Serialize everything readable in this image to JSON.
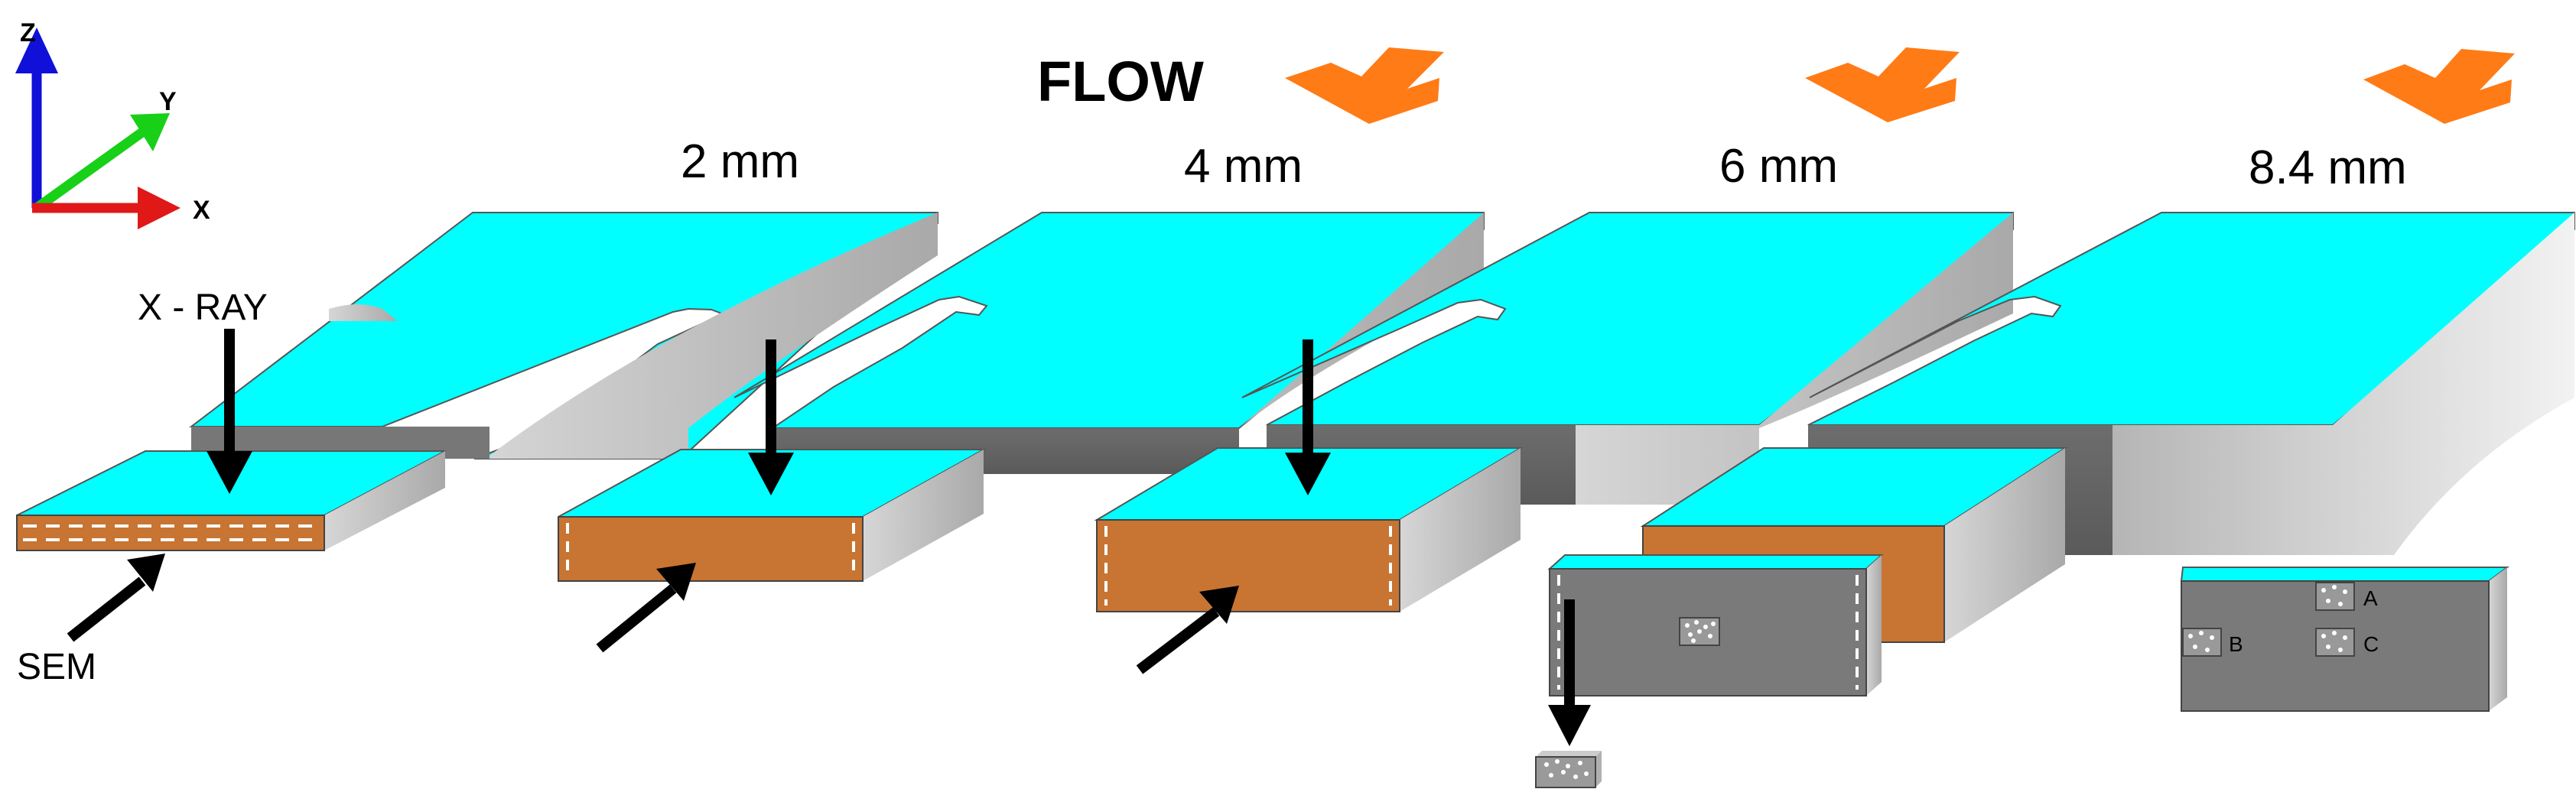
{
  "title": "FLOW",
  "axes": {
    "z": "Z",
    "y": "Y",
    "x": "X",
    "colors": {
      "z": "#1010d8",
      "y": "#18d018",
      "x": "#e01818"
    }
  },
  "thicknesses": [
    "2 mm",
    "4 mm",
    "6 mm",
    "8.4 mm"
  ],
  "labels": {
    "xray": "X - RAY",
    "sem": "SEM"
  },
  "points": {
    "a": "A",
    "b": "B",
    "c": "C"
  },
  "colors": {
    "top_surface": "#00ffff",
    "cut_face": "#c87432",
    "side_gray": "#8e8e8e",
    "flow_arrow": "#ff7b16"
  }
}
